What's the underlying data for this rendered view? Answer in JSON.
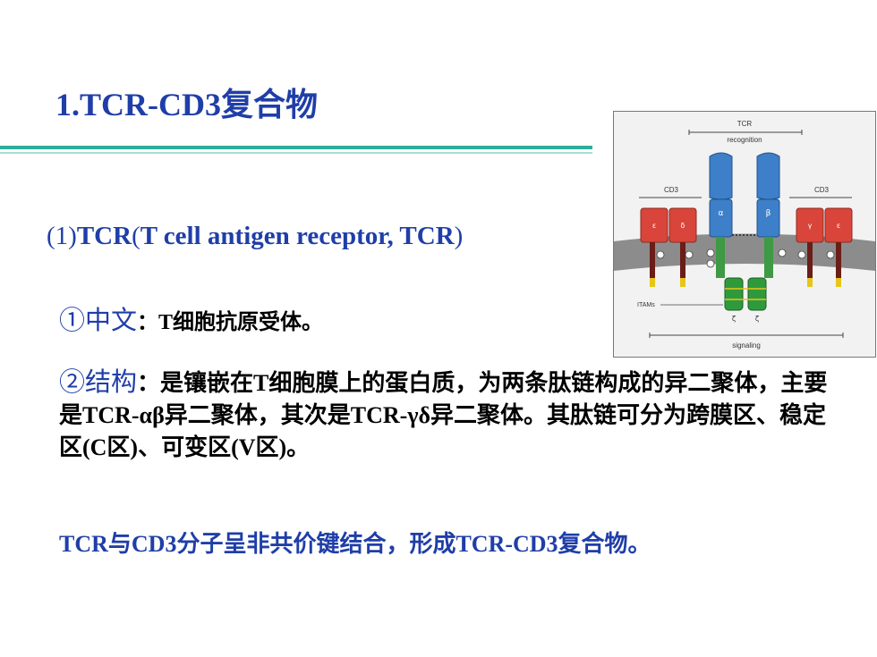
{
  "title": "1.TCR-CD3复合物",
  "subtitle": {
    "num": "(1)",
    "text": "TCR",
    "paren_open": "(",
    "english": "T cell antigen receptor, TCR",
    "paren_close": ")"
  },
  "point1": {
    "label": "①中文",
    "colon": "：",
    "text": "T细胞抗原受体。"
  },
  "point2": {
    "label": "②结构",
    "colon": "：",
    "text": "是镶嵌在T细胞膜上的蛋白质，为两条肽链构成的异二聚体，主要是TCR-αβ异二聚体，其次是TCR-γδ异二聚体。其肽链可分为跨膜区、稳定区(C区)、可变区(V区)。"
  },
  "summary": "TCR与CD3分子呈非共价键结合，形成TCR-CD3复合物。",
  "figure": {
    "tcr_label": "TCR",
    "recognition_label": "recognition",
    "cd3_left": "CD3",
    "cd3_right": "CD3",
    "alpha": "α",
    "beta": "β",
    "epsilon_left": "ε",
    "delta": "δ",
    "gamma": "γ",
    "epsilon_right": "ε",
    "itams_label": "ITAMs",
    "zeta_left": "ζ",
    "zeta_right": "ζ",
    "signaling_label": "signaling",
    "colors": {
      "tcr_blue": "#3d7fc9",
      "cd3_red": "#d9453a",
      "membrane": "#8c8c8c",
      "zeta_green": "#2e9a3c",
      "itam_yellow": "#e6c619"
    }
  },
  "colors": {
    "title_blue": "#1f3ea8",
    "rule_teal": "#2fae9b"
  }
}
